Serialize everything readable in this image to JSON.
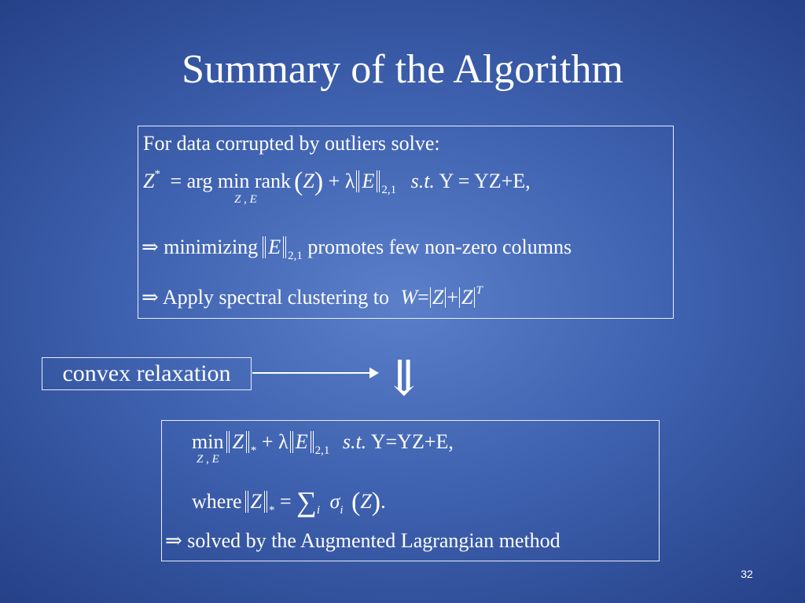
{
  "title": "Summary of the Algorithm",
  "box1": {
    "line1": "For data corrupted by outliers solve:",
    "eq_lhs": "Z",
    "eq_lhs_sup": "*",
    "eq_eq": "=",
    "eq_argmin": "arg",
    "eq_min": "min",
    "eq_min_under": "Z , E",
    "eq_rank": "rank",
    "eq_paren_open": "(",
    "eq_z": "Z",
    "eq_paren_close": ")",
    "eq_plus_lambda": "+ λ",
    "eq_e": "E",
    "eq_norm_sub": "2,1",
    "eq_st": "s.t.",
    "eq_constraint": "Y = YZ+E,",
    "line3_arrow": "⇒",
    "line3_text1": "minimizing",
    "line3_e": "E",
    "line3_sub": "2,1",
    "line3_text2": "promotes few non-zero columns",
    "line4_arrow": "⇒",
    "line4_text": "Apply spectral clustering to",
    "line4_w": "W",
    "line4_eq": "=",
    "line4_z1": "Z",
    "line4_plus": "+",
    "line4_z2": "Z",
    "line4_sup": "T"
  },
  "relaxation": {
    "label": "convex relaxation",
    "down_arrow": "⇓"
  },
  "box2": {
    "min": "min",
    "min_under": "Z , E",
    "z": "Z",
    "z_sub": "*",
    "plus_lambda": "+ λ",
    "e": "E",
    "e_sub": "2,1",
    "st": "s.t.",
    "constraint": "Y=YZ+E,",
    "where": "where",
    "where_z": "Z",
    "where_z_sub": "*",
    "where_eq": "=",
    "sum": "∑",
    "sum_sub": "i",
    "sigma": "σ",
    "sigma_sub": "i",
    "paren_open": "(",
    "sigma_z": "Z",
    "paren_close": ")",
    "period": ".",
    "solved_arrow": "⇒",
    "solved_text": "solved by the Augmented Lagrangian method"
  },
  "page_number": "32"
}
